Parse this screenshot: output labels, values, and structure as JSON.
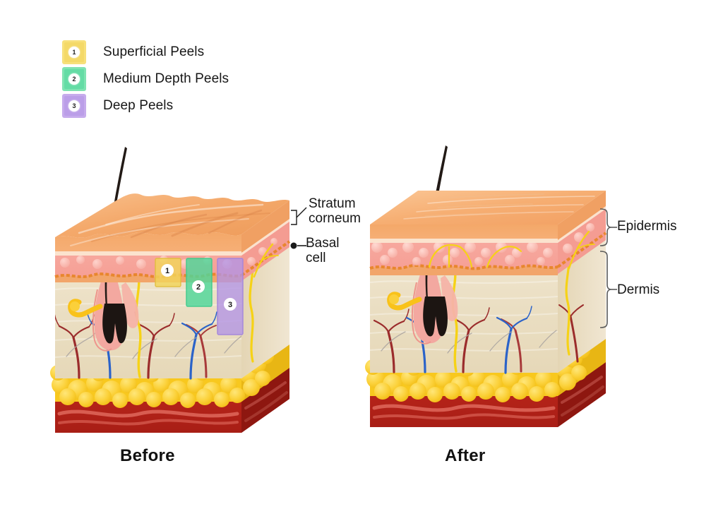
{
  "legend": {
    "items": [
      {
        "num": "1",
        "label": "Superficial Peels",
        "color": "#F7E07A",
        "fill": "#F2D45A"
      },
      {
        "num": "2",
        "label": "Medium Depth Peels",
        "color": "#7FE3B2",
        "fill": "#4ED79A"
      },
      {
        "num": "3",
        "label": "Deep Peels",
        "color": "#C6ABEC",
        "fill": "#B294E6"
      }
    ]
  },
  "captions": {
    "before": "Before",
    "after": "After"
  },
  "callouts": {
    "stratum_corneum_line1": "Stratum",
    "stratum_corneum_line2": "corneum",
    "basal_cell_line1": "Basal",
    "basal_cell_line2": "cell",
    "epidermis": "Epidermis",
    "dermis": "Dermis"
  },
  "markers": {
    "superficial": "1",
    "medium": "2",
    "deep": "3"
  },
  "colors": {
    "stratum_corneum": "#F3A869",
    "stratum_corneum_top": "#F6B87E",
    "epidermis_pink": "#F6A99F",
    "epidermis_light": "#FBCFC6",
    "basal_line": "#F08A38",
    "dermis": "#EDE2C8",
    "dermis_side": "#E2D4B6",
    "fat": "#F9CE2E",
    "fat_light": "#FDE47A",
    "muscle": "#B8241B",
    "muscle_light": "#E2655A",
    "artery": "#D0021B",
    "vein": "#1B66D6",
    "nerve": "#F7D417",
    "hair": "#231B17",
    "follicle": "#F3A8A0",
    "sebaceous": "#F9C21A",
    "text": "#171717"
  }
}
